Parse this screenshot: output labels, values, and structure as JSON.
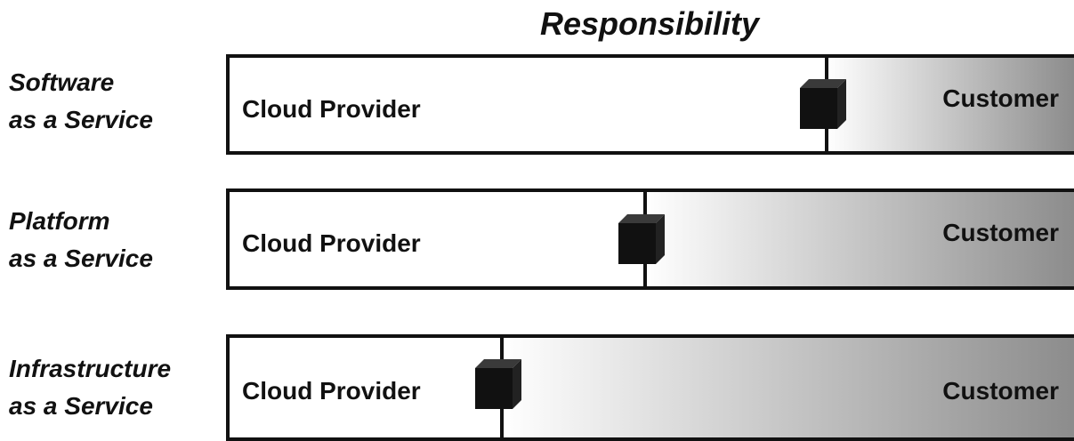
{
  "title": "Responsibility",
  "rows": [
    {
      "model_line1": "Software",
      "model_line2": "as a Service",
      "provider_label": "Cloud Provider",
      "customer_label": "Customer",
      "provider_share": 0.69
    },
    {
      "model_line1": "Platform",
      "model_line2": "as a Service",
      "provider_share": 0.48,
      "provider_label": "Cloud Provider",
      "customer_label": "Customer"
    },
    {
      "model_line1": "Infrastructure",
      "model_line2": "as a Service",
      "provider_label": "Cloud Provider",
      "customer_label": "Customer",
      "provider_share": 0.315
    }
  ],
  "colors": {
    "customer_gradient_start": "#ffffff",
    "customer_gradient_end": "#8c8c8c",
    "border": "#111111",
    "cube": "#111111"
  }
}
